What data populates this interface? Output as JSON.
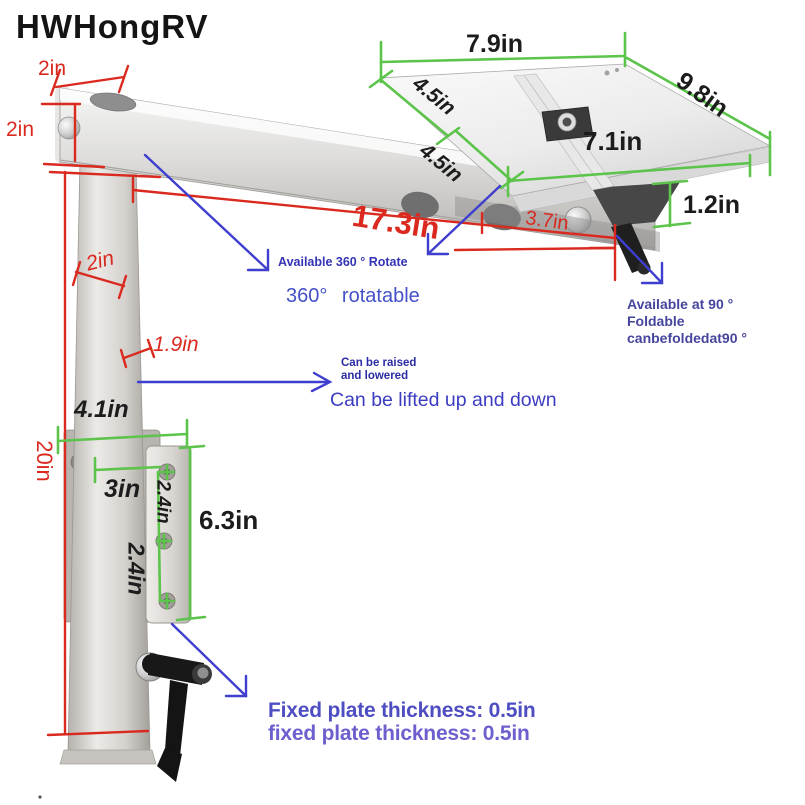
{
  "brand": {
    "logo_text": "HWHongRV"
  },
  "colors": {
    "dimension_red": "#da2a20",
    "dimension_green": "#5cc34b",
    "callout_blue": "#3e3ecf",
    "note_blue": "#4450c8",
    "note_violet": "#6c5fce",
    "dimension_black": "#1c1c1c"
  },
  "dims": {
    "arm_end_offset": "2in",
    "arm_height": "2in",
    "table_plate_width": "7.9in",
    "table_plate_depth": "9.8in",
    "slide_upper": "4.5in",
    "slide_lower": "4.5in",
    "slide_length": "7.1in",
    "plate_edge_height": "1.2in",
    "arm_length": "17.3in",
    "slide_travel": "3.7in",
    "post_width": "2in",
    "post_depth": "1.9in",
    "post_height": "20in",
    "base_plate_width": "4.1in",
    "hole_span_horizontal": "3in",
    "hole_gap_upper": "2.4in",
    "hole_gap_lower": "2.4in",
    "base_plate_height": "6.3in"
  },
  "notes": {
    "rotate_note_small": "Available 360 ° Rotate",
    "rotate_note_large": "360°  rotatable",
    "lift_note_line1": "Can be raised",
    "lift_note_line2": "and lowered",
    "lift_note_large": "Can be lifted up and down",
    "fold_note_line1": "Available at 90 °",
    "fold_note_line2": "Foldable",
    "fold_note_line3": "canbefoldedat90 °",
    "thickness_note_line1": "Fixed plate thickness: 0.5in",
    "thickness_note_line2": "fixed plate thickness: 0.5in"
  }
}
